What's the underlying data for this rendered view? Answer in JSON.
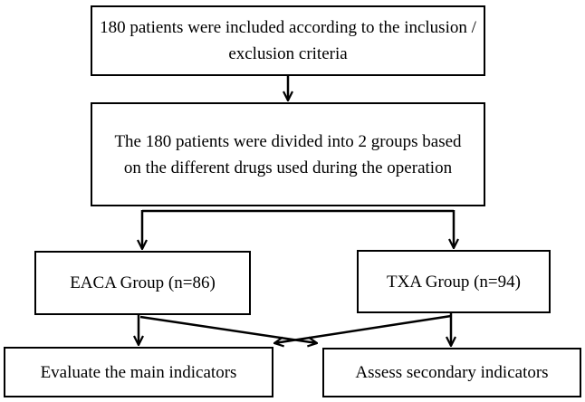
{
  "diagram": {
    "boxes": {
      "inclusion": "180 patients were included according to the inclusion / exclusion criteria",
      "division": "The 180 patients were divided into 2 groups based on the different drugs used during the operation",
      "eaca_group": "EACA Group (n=86)",
      "txa_group": "TXA Group (n=94)",
      "main_indicators": "Evaluate the main indicators",
      "secondary_indicators": "Assess secondary indicators"
    },
    "colors": {
      "line": "#000000",
      "box_border": "#000000",
      "background": "#ffffff"
    }
  }
}
